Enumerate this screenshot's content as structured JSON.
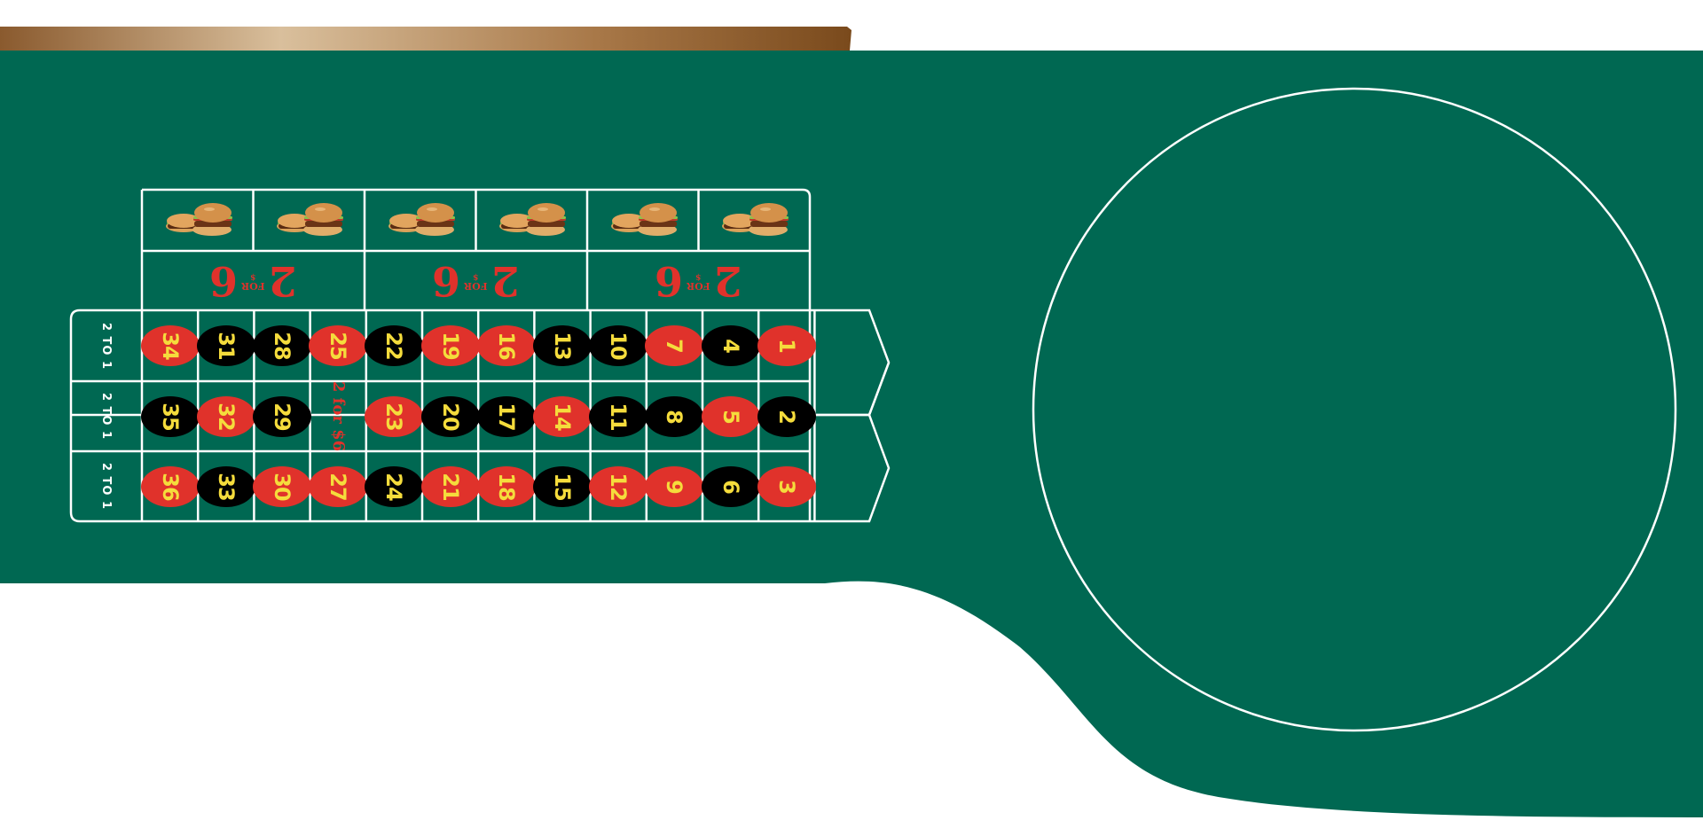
{
  "colors": {
    "felt": "#006852",
    "line": "#ffffff",
    "red": "#e0322b",
    "black": "#000000",
    "number_text": "#f5dc3c",
    "rail_dark": "#7a4a1c",
    "rail_light": "#d9bf9c"
  },
  "promo_label": {
    "big": "2",
    "small_top": "FOR",
    "small_bottom": "$",
    "price": "6"
  },
  "inline_promo": "2 for $6",
  "column_bets": [
    "2 TO 1",
    "2 TO 1",
    "2 TO 1"
  ],
  "food_icons": [
    "burger-combo-icon",
    "burger-combo-icon",
    "burger-combo-icon",
    "burger-combo-icon",
    "burger-combo-icon",
    "burger-combo-icon"
  ],
  "grid": {
    "rows": [
      [
        {
          "n": "34",
          "c": "red"
        },
        {
          "n": "31",
          "c": "black"
        },
        {
          "n": "28",
          "c": "black"
        },
        {
          "n": "25",
          "c": "red"
        },
        {
          "n": "22",
          "c": "black"
        },
        {
          "n": "19",
          "c": "red"
        },
        {
          "n": "16",
          "c": "red"
        },
        {
          "n": "13",
          "c": "black"
        },
        {
          "n": "10",
          "c": "black"
        },
        {
          "n": "7",
          "c": "red"
        },
        {
          "n": "4",
          "c": "black"
        },
        {
          "n": "1",
          "c": "red"
        }
      ],
      [
        {
          "n": "35",
          "c": "black"
        },
        {
          "n": "32",
          "c": "red"
        },
        {
          "n": "29",
          "c": "black"
        },
        {
          "n": "",
          "c": "promo"
        },
        {
          "n": "23",
          "c": "red"
        },
        {
          "n": "20",
          "c": "black"
        },
        {
          "n": "17",
          "c": "black"
        },
        {
          "n": "14",
          "c": "red"
        },
        {
          "n": "11",
          "c": "black"
        },
        {
          "n": "8",
          "c": "black"
        },
        {
          "n": "5",
          "c": "red"
        },
        {
          "n": "2",
          "c": "black"
        }
      ],
      [
        {
          "n": "36",
          "c": "red"
        },
        {
          "n": "33",
          "c": "black"
        },
        {
          "n": "30",
          "c": "red"
        },
        {
          "n": "27",
          "c": "red"
        },
        {
          "n": "24",
          "c": "black"
        },
        {
          "n": "21",
          "c": "red"
        },
        {
          "n": "18",
          "c": "red"
        },
        {
          "n": "15",
          "c": "black"
        },
        {
          "n": "12",
          "c": "red"
        },
        {
          "n": "9",
          "c": "red"
        },
        {
          "n": "6",
          "c": "black"
        },
        {
          "n": "3",
          "c": "red"
        }
      ]
    ]
  }
}
